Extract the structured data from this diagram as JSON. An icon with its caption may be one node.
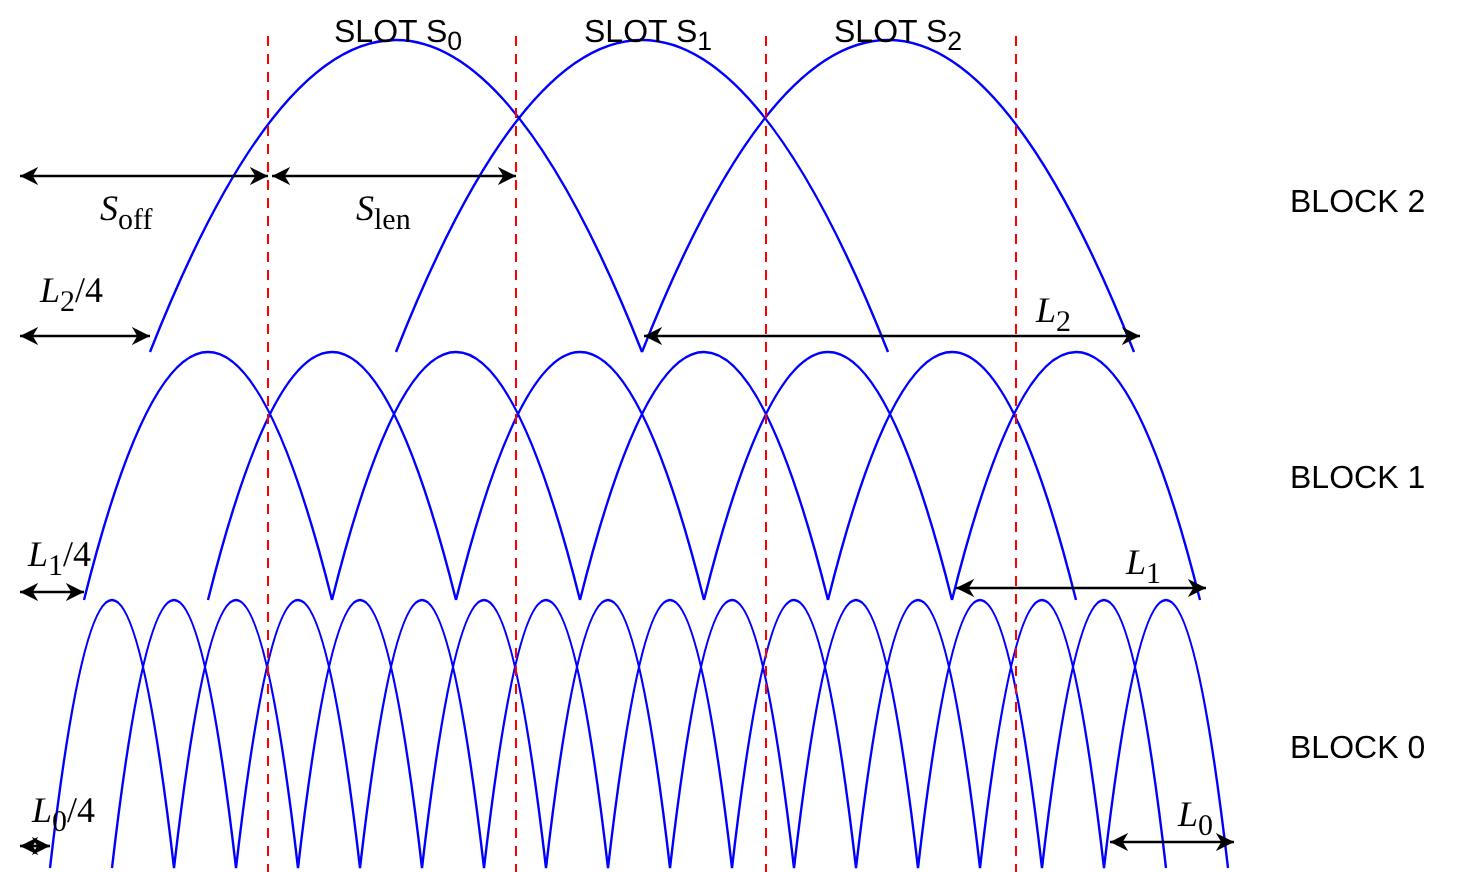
{
  "diagram": {
    "labels": [
      "SLOT S$_{0}$",
      "SLOT S$_{1}$",
      "SLOT S$_{2}$",
      "*S*$_{off}$",
      "*S*$_{len}$",
      "BLOCK 2",
      "*L*$_{2}$/4",
      "*L*$_{2}$",
      "BLOCK 1",
      "*L*$_{1}$/4",
      "*L*$_{1}$",
      "BLOCK 0",
      "*L*$_{0}$/4",
      "*L*$_{0}$"
    ]
  }
}
